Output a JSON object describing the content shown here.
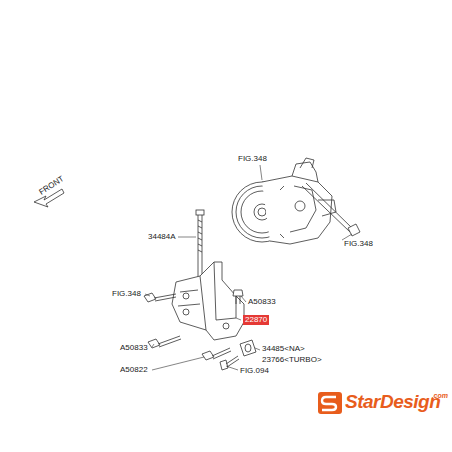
{
  "diagram": {
    "labels": [
      "FRONT",
      "FIG.348",
      "FIG.348",
      "34484A",
      "FIG.348",
      "A50833",
      "22870",
      "A50833",
      "A50822",
      "34485<NA>",
      "23766<TURBO>",
      "FIG.094",
      "StarDesign",
      ".com"
    ]
  }
}
